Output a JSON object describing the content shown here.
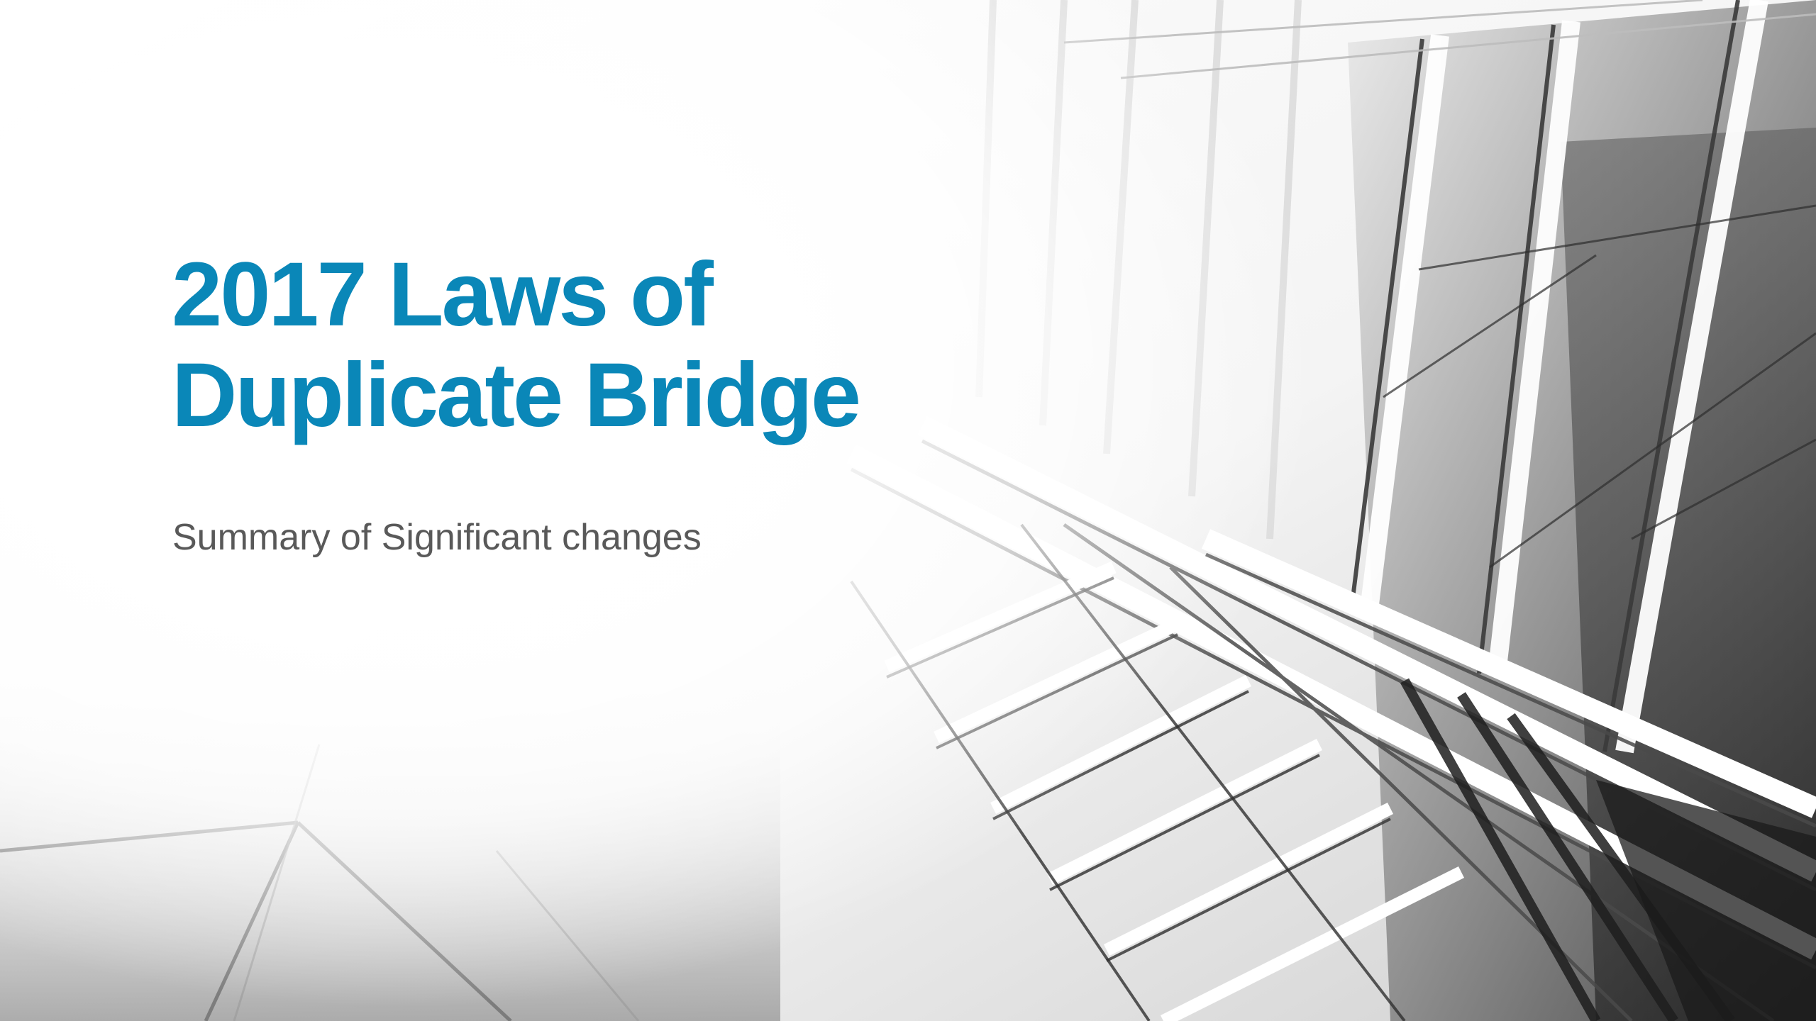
{
  "slide": {
    "title_line_1": "2017 Laws of",
    "title_line_2": "Duplicate Bridge",
    "subtitle": "Summary of Significant changes"
  },
  "colors": {
    "title": "#0a87b8",
    "subtitle": "#595959",
    "background": "#ffffff"
  }
}
